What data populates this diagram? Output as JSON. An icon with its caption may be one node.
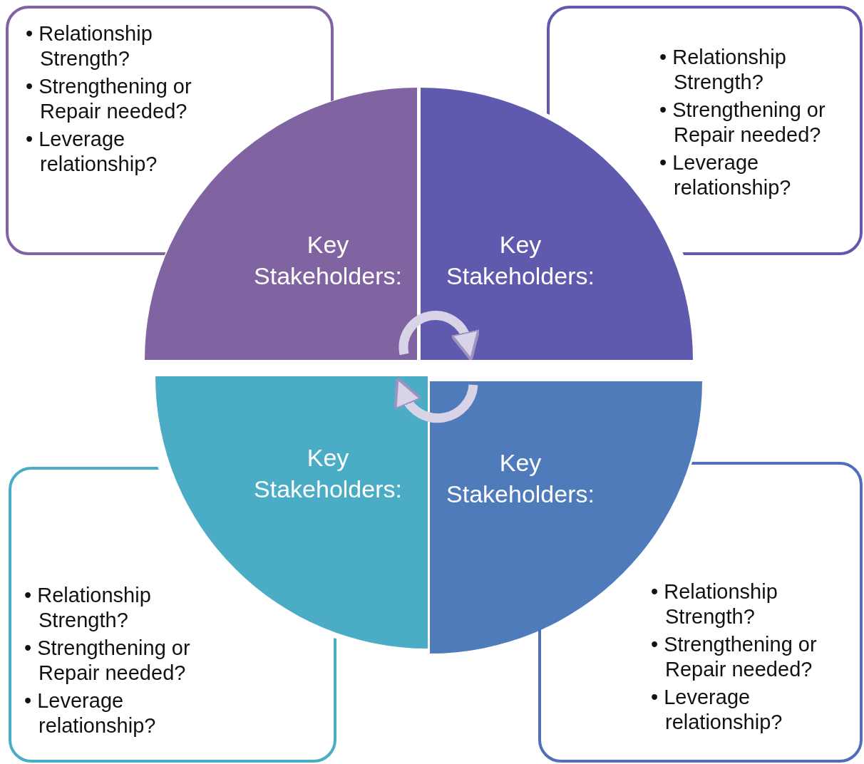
{
  "diagram": {
    "nodes": [
      {
        "text": [
          "• Relationship Strength?",
          "• Strengthening or Repair needed?",
          "• Leverage relationship?"
        ]
      },
      {
        "text": [
          "• Relationship Strength?",
          "• Strengthening or Repair needed?",
          "• Leverage relationship?"
        ]
      },
      {
        "text": [
          "Key Stakeholders:"
        ]
      },
      {
        "text": [
          "Key Stakeholders:"
        ]
      },
      {
        "text": [
          "Key Stakeholders:"
        ]
      },
      {
        "text": [
          "Key Stakeholders:"
        ]
      },
      {
        "text": [
          "• Relationship Strength?",
          "• Strengthening or Repair needed?",
          "• Leverage relationship?"
        ]
      },
      {
        "text": [
          "• Relationship Strength?",
          "• Strengthening or Repair needed?",
          "• Leverage relationship?"
        ]
      }
    ],
    "edges": [
      {
        "from": 2,
        "to": 3,
        "arrow": "to"
      },
      {
        "from": 5,
        "to": 4,
        "arrow": "to"
      }
    ]
  }
}
